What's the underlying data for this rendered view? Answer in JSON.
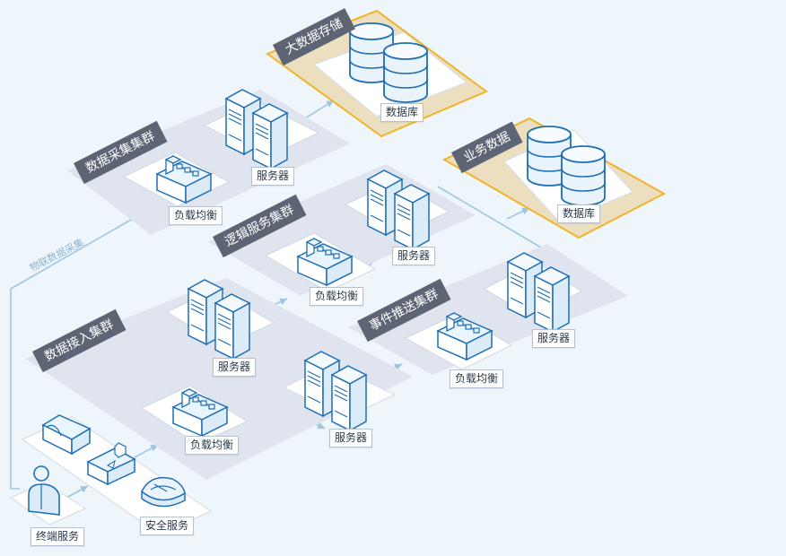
{
  "clusters": {
    "bigdata_storage": "大数据存储",
    "business_data": "业务数据",
    "data_collection": "数据采集集群",
    "logic_service": "逻辑服务集群",
    "event_push": "事件推送集群",
    "data_access": "数据接入集群"
  },
  "nodes": {
    "database_top": "数据库",
    "database_right": "数据库",
    "server_collection": "服务器",
    "lb_collection": "负载均衡",
    "server_logic": "服务器",
    "lb_logic": "负载均衡",
    "server_event": "服务器",
    "lb_event": "负载均衡",
    "server_access_1": "服务器",
    "server_access_2": "服务器",
    "lb_access": "负载均衡",
    "security": "安全服务",
    "terminal": "终端服务"
  },
  "iot_collection": "物联数据采集",
  "colors": {
    "background": "#eef6fc",
    "platform": "#dfe4ee",
    "tile": "#ffffff",
    "storage_border": "#f0b429",
    "storage_fill": "#ecdfc0",
    "icon_stroke": "#1f6fb5",
    "icon_fill": "#e8f3fc",
    "connector": "#9ec6e3",
    "band": "#5d6574"
  }
}
